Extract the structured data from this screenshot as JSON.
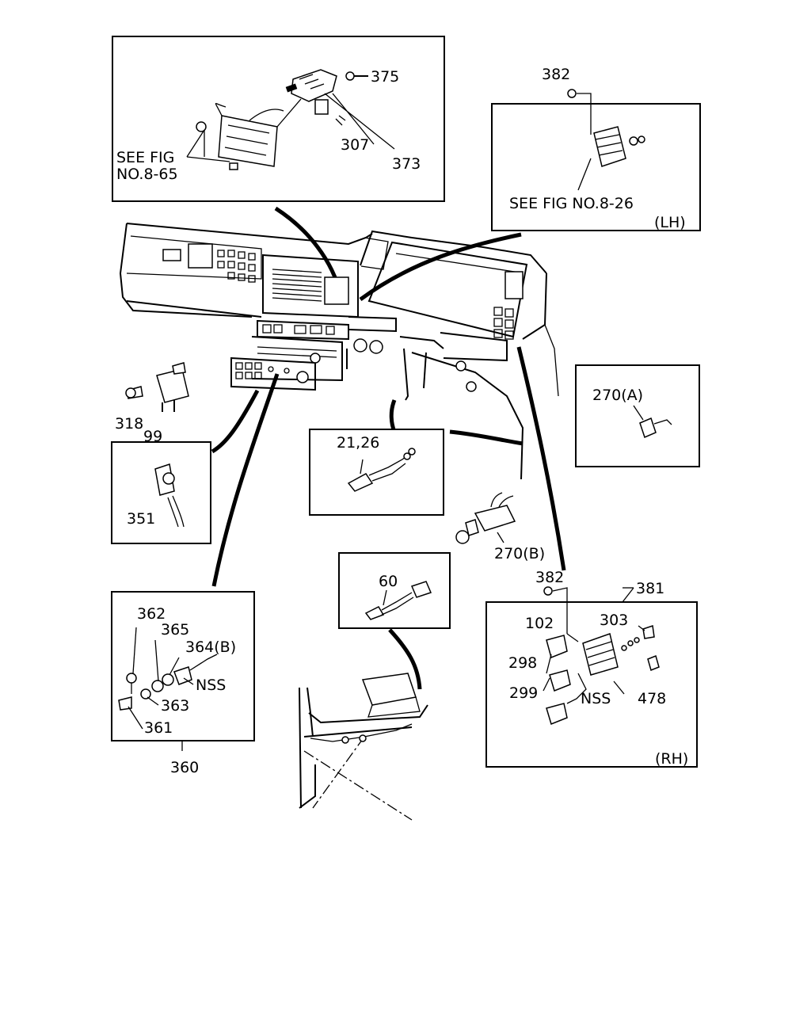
{
  "labels": {
    "p375": "375",
    "p307": "307",
    "p373": "373",
    "see_fig_865_line1": "SEE FIG",
    "see_fig_865_line2": "NO.8-65",
    "p382_top": "382",
    "see_fig_826": "SEE FIG NO.8-26",
    "lh": "(LH)",
    "p270a": "270(A)",
    "p318": "318",
    "p99": "99",
    "p21_26": "21,26",
    "p351": "351",
    "p270b": "270(B)",
    "p60": "60",
    "p362": "362",
    "p365": "365",
    "p364b": "364(B)",
    "nss_left": "NSS",
    "p363": "363",
    "p361": "361",
    "p360": "360",
    "p382_bottom": "382",
    "p381": "381",
    "p102": "102",
    "p303": "303",
    "p298": "298",
    "p299": "299",
    "nss_right": "NSS",
    "p478": "478",
    "rh": "(RH)"
  }
}
